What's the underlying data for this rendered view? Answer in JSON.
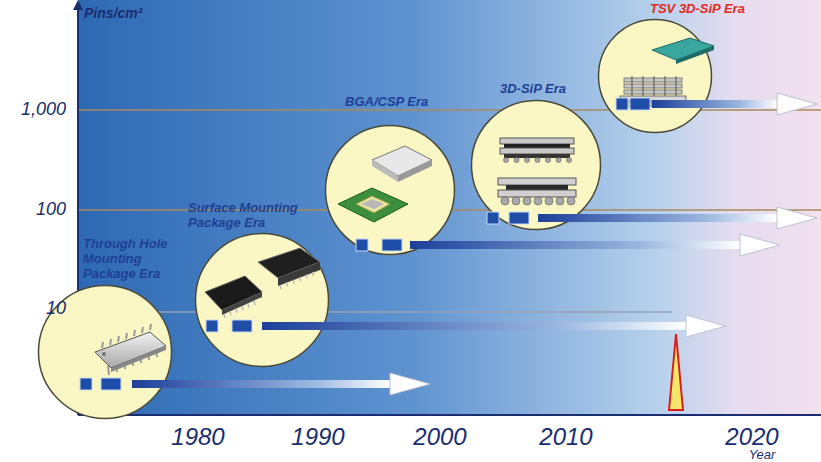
{
  "diagram": {
    "nodes": [
      {
        "text": [
          "Through Hole Mounting Package Era"
        ]
      },
      {
        "text": [
          "Surface Mounting Package Era"
        ]
      },
      {
        "text": [
          "BGA/CSP Era"
        ]
      },
      {
        "text": [
          "3D-SiP Era"
        ]
      },
      {
        "text": [
          "TSV 3D-SiP Era"
        ]
      }
    ],
    "labels": [
      "Pins/cm²",
      "1,000",
      "100",
      "10",
      "1980",
      "1990",
      "2000",
      "2010",
      "2020",
      "Year"
    ]
  }
}
